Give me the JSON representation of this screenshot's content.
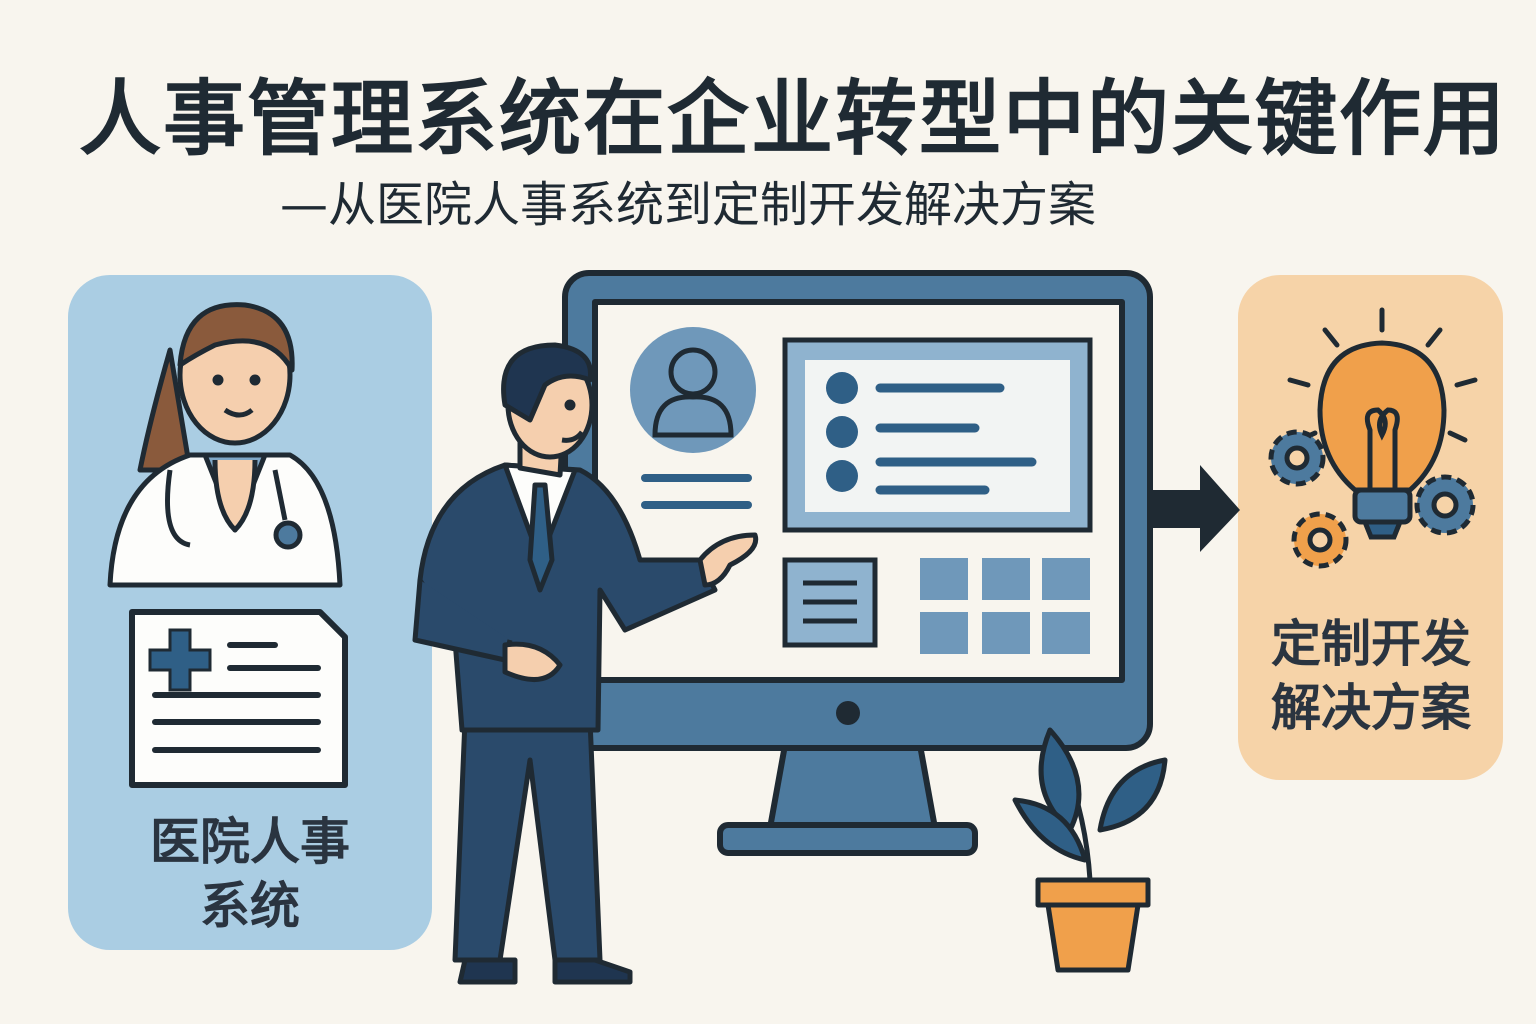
{
  "header": {
    "title": "人事管理系统在企业转型中的关键作用",
    "subtitle": "—从医院人事系统到定制开发解决方案"
  },
  "left_panel": {
    "line1": "医院人事",
    "line2": "系统",
    "icons": [
      "doctor-icon",
      "medical-record-icon"
    ]
  },
  "right_panel": {
    "line1": "定制开发",
    "line2": "解决方案",
    "icons": [
      "lightbulb-icon",
      "gear-icon"
    ]
  },
  "colors": {
    "background": "#f8f5ee",
    "left_panel": "#aacde3",
    "right_panel": "#f6d3a8",
    "navy": "#1f3550",
    "steel_blue": "#4d7a9e",
    "orange": "#f0a04b"
  }
}
